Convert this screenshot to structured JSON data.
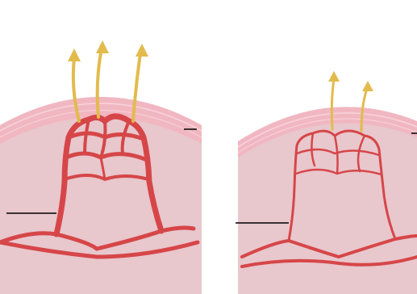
{
  "diagram": {
    "colors": {
      "background": "#ffffff",
      "skin_outer": "#efc6cd",
      "skin_band": "#f2b9c2",
      "skin_inner": "#e9c9cf",
      "vessel": "#d94b4f",
      "vessel_dark": "#b5302f",
      "arrow": "#e7c65c",
      "arrow_stroke": "#c8a23a",
      "leader_line": "#000000"
    },
    "panels": [
      {
        "id": "left",
        "vessel_state": "dilated",
        "heat_arrow_count": 3,
        "leader_line_count": 2
      },
      {
        "id": "right",
        "vessel_state": "constricted",
        "heat_arrow_count": 2,
        "leader_line_count": 2
      }
    ],
    "icons": [
      "heat-loss-arrow-icon",
      "capillary-network"
    ]
  }
}
